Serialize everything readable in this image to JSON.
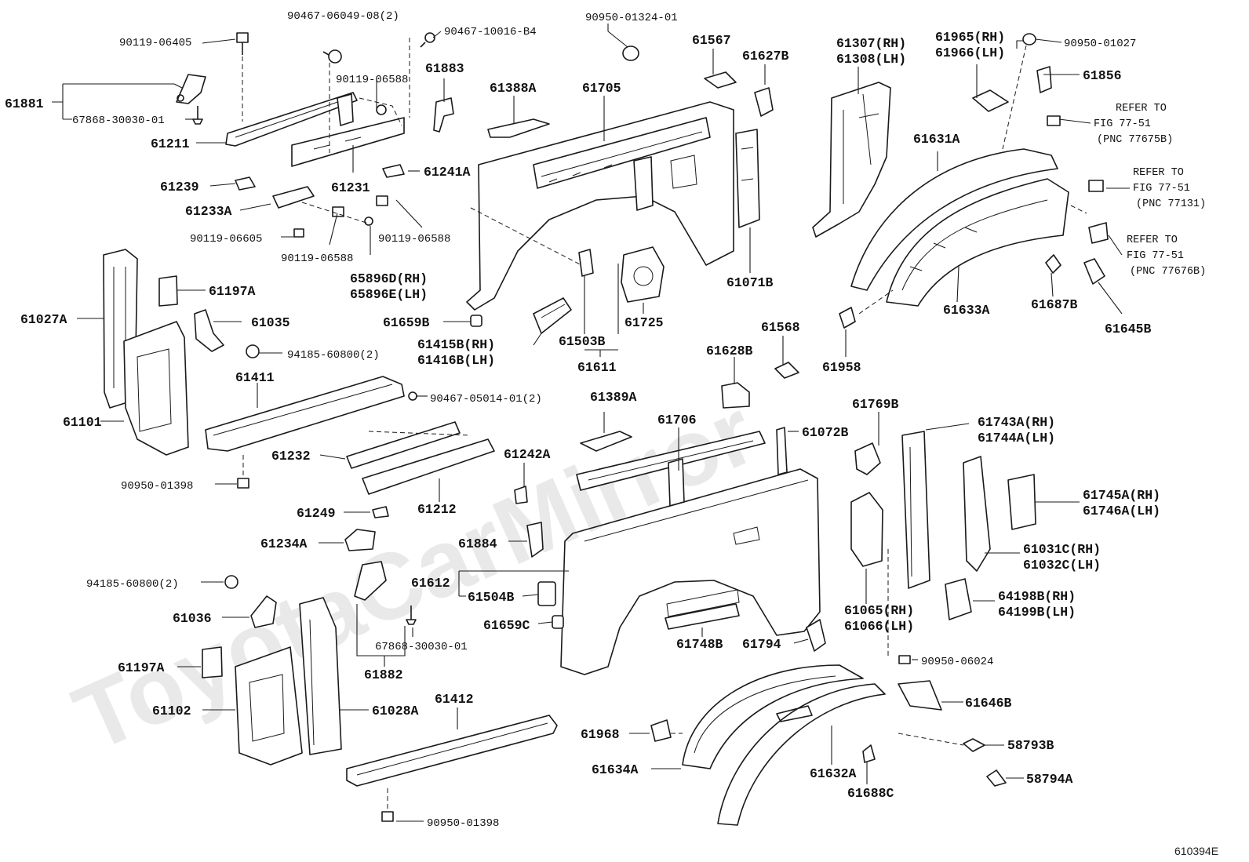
{
  "diagram": {
    "watermark": "ToyotaCarMirror",
    "figure_id": "610394E",
    "labels": {
      "p61881": "61881",
      "p90119_06405": "90119-06405",
      "p90467_06049": "90467-06049-08(2)",
      "p90467_10016": "90467-10016-B4",
      "p90950_01324": "90950-01324-01",
      "p61567": "61567",
      "p61627B": "61627B",
      "p61307": "61307(RH)",
      "p61308": "61308(LH)",
      "p61965": "61965(RH)",
      "p61966": "61966(LH)",
      "p90950_01027": "90950-01027",
      "p61856": "61856",
      "p67868_30030_a": "67868-30030-01",
      "p90119_06588_a": "90119-06588",
      "p61883": "61883",
      "p61388A": "61388A",
      "p61705": "61705",
      "p61211": "61211",
      "p61231": "61231",
      "p61241A": "61241A",
      "p61239": "61239",
      "p61233A": "61233A",
      "p90119_06605": "90119-06605",
      "p90119_06588_b": "90119-06588",
      "p90119_06588_c": "90119-06588",
      "p65896D": "65896D(RH)",
      "p65896E": "65896E(LH)",
      "p61631A": "61631A",
      "ref1_a": "REFER TO",
      "ref1_b": "FIG 77-51",
      "ref1_c": "(PNC 77675B)",
      "ref2_a": "REFER TO",
      "ref2_b": "FIG 77-51",
      "ref2_c": "(PNC 77131)",
      "ref3_a": "REFER TO",
      "ref3_b": "FIG 77-51",
      "ref3_c": "(PNC 77676B)",
      "p61071B": "61071B",
      "p61027A": "61027A",
      "p61197A_a": "61197A",
      "p61035": "61035",
      "p94185_a": "94185-60800(2)",
      "p61659B": "61659B",
      "p61415B": "61415B(RH)",
      "p61416B": "61416B(LH)",
      "p61503B": "61503B",
      "p61611": "61611",
      "p61725": "61725",
      "p61633A": "61633A",
      "p61687B": "61687B",
      "p61645B": "61645B",
      "p61568": "61568",
      "p61628B": "61628B",
      "p61958": "61958",
      "p61411": "61411",
      "p90467_05014": "90467-05014-01(2)",
      "p61101": "61101",
      "p61389A": "61389A",
      "p61706": "61706",
      "p61072B": "61072B",
      "p61769B": "61769B",
      "p61743A": "61743A(RH)",
      "p61744A": "61744A(LH)",
      "p61232": "61232",
      "p61242A": "61242A",
      "p90950_01398_a": "90950-01398",
      "p61212": "61212",
      "p61745A": "61745A(RH)",
      "p61746A": "61746A(LH)",
      "p61249": "61249",
      "p61234A": "61234A",
      "p61884": "61884",
      "p61031C": "61031C(RH)",
      "p61032C": "61032C(LH)",
      "p94185_b": "94185-60800(2)",
      "p61612": "61612",
      "p61504B": "61504B",
      "p64198B": "64198B(RH)",
      "p64199B": "64199B(LH)",
      "p61036": "61036",
      "p61659C": "61659C",
      "p61065": "61065(RH)",
      "p61066": "61066(LH)",
      "p67868_30030_b": "67868-30030-01",
      "p61748B": "61748B",
      "p61794": "61794",
      "p61197A_b": "61197A",
      "p61882": "61882",
      "p90950_06024": "90950-06024",
      "p61102": "61102",
      "p61028A": "61028A",
      "p61412": "61412",
      "p61646B": "61646B",
      "p61968": "61968",
      "p58793B": "58793B",
      "p61634A": "61634A",
      "p61632A": "61632A",
      "p58794A": "58794A",
      "p61688C": "61688C",
      "p90950_01398_b": "90950-01398"
    }
  }
}
